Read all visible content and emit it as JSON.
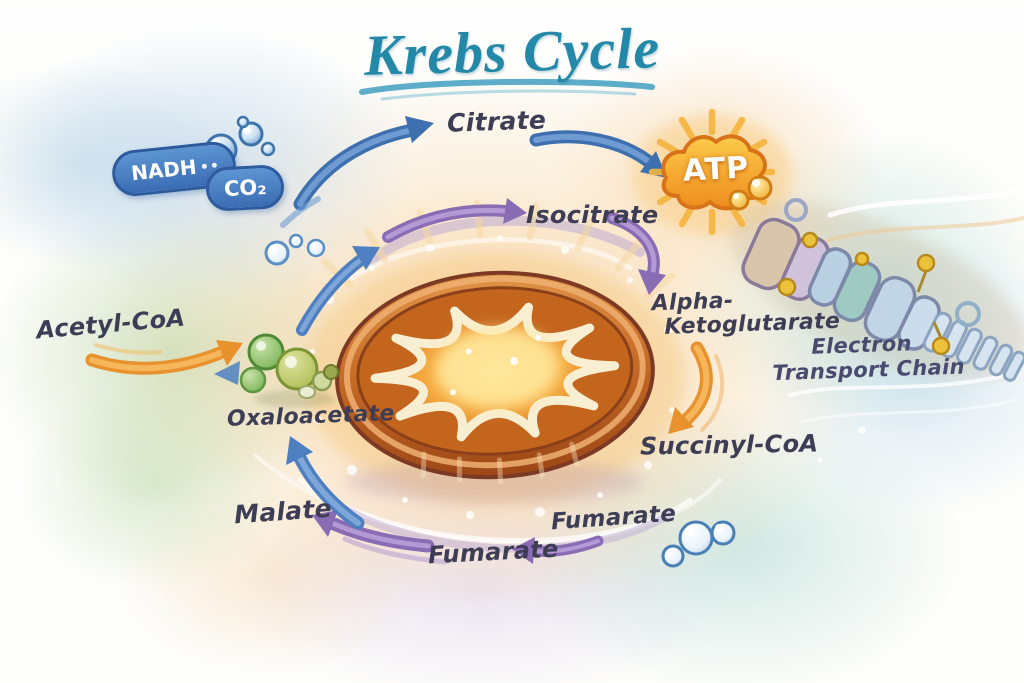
{
  "title": "Krebs Cycle",
  "cycle": {
    "citrate": "Citrate",
    "isocitrate": "Isocitrate",
    "alpha_keto_line1": "Alpha-",
    "alpha_keto_line2": "Ketoglutarate",
    "succinyl_coa": "Succinyl-CoA",
    "fumarate_right": "Fumarate",
    "fumarate_bottom": "Fumarate",
    "malate": "Malate",
    "oxaloacetate": "Oxaloacetate"
  },
  "io": {
    "acetyl_coa": "Acetyl-CoA",
    "nadh": "NADH",
    "co2": "CO₂",
    "atp": "ATP"
  },
  "etc_chain": {
    "line1": "Electron",
    "line2": "Transport Chain"
  },
  "colors": {
    "title_teal": "#2488a8",
    "label_ink": "#3d3d55",
    "arrow_blue": "#4d7fc1",
    "arrow_purple": "#8a6cb4",
    "arrow_orange": "#ef9c2e",
    "pill_blue": "#3a6cb4",
    "atp_orange": "#f2992b",
    "mitochondrion_orange": "#c86c28",
    "mito_glow_yellow": "#ffe488",
    "molecule_green": "#8ab455",
    "bubble_blue": "#5b92cc"
  }
}
